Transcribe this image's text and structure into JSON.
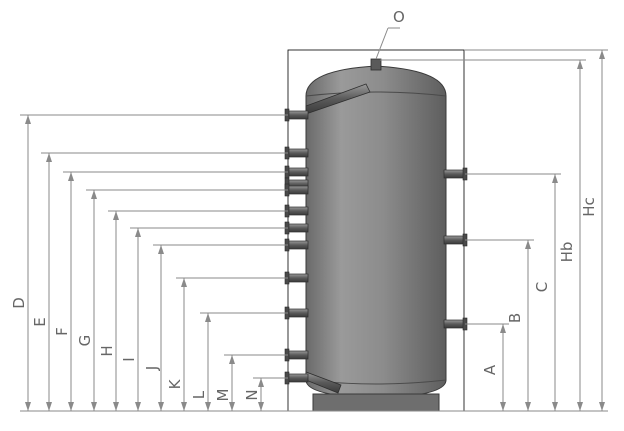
{
  "labels": {
    "o": "O",
    "left": [
      "D",
      "E",
      "F",
      "G",
      "H",
      "I",
      "J",
      "K",
      "L",
      "M",
      "N"
    ],
    "right": [
      "A",
      "B",
      "C",
      "Hb",
      "Hc"
    ]
  },
  "colors": {
    "tank_body": "#8c8c8c",
    "tank_dark": "#5e5e5e",
    "tank_light": "#b4b4b4",
    "dimension": "#8a8a8a",
    "label": "#666666"
  }
}
